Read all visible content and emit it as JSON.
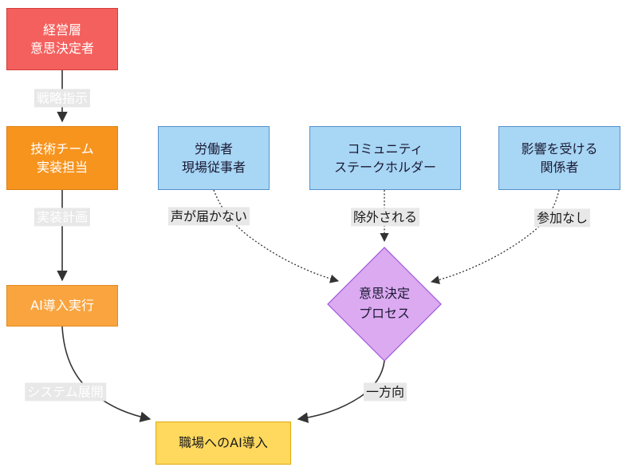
{
  "diagram": {
    "background": "#ffffff",
    "edge_color": "#333333",
    "label_bg": "#e8e8e8"
  },
  "nodes": {
    "management": {
      "line1": "経営層",
      "line2": "意思決定者",
      "fill": "#f4605d",
      "border": "#d43d38",
      "text_color": "#ffffff"
    },
    "tech_team": {
      "line1": "技術チーム",
      "line2": "実装担当",
      "fill": "#f7941e",
      "border": "#df7f10",
      "text_color": "#ffffff"
    },
    "ai_exec": {
      "label": "AI導入実行",
      "fill": "#f9a43f",
      "border": "#e18a1e",
      "text_color": "#ffffff"
    },
    "workers": {
      "line1": "労働者",
      "line2": "現場従事者",
      "fill": "#a8d6f5",
      "border": "#5591cc",
      "text_color": "#1a1a33"
    },
    "community": {
      "line1": "コミュニティ",
      "line2": "ステークホルダー",
      "fill": "#a8d6f5",
      "border": "#5591cc",
      "text_color": "#1a1a33"
    },
    "affected": {
      "line1": "影響を受ける",
      "line2": "関係者",
      "fill": "#a8d6f5",
      "border": "#5591cc",
      "text_color": "#1a1a33"
    },
    "decision": {
      "line1": "意思決定",
      "line2": "プロセス",
      "fill": "#dcaaf1",
      "border": "#a45fd8",
      "text_color": "#1a1a33"
    },
    "workplace": {
      "label": "職場へのAI導入",
      "fill": "#ffd95e",
      "border": "#dfa811",
      "text_color": "#1a1a1a"
    }
  },
  "edges": {
    "strategy": {
      "label": "戦略指示",
      "text_color": "#ffffff"
    },
    "impl_plan": {
      "label": "実装計画",
      "text_color": "#ffffff"
    },
    "system_deploy": {
      "label": "システム展開",
      "text_color": "#ffffff"
    },
    "voice": {
      "label": "声が届かない",
      "text_color": "#1a1a1a"
    },
    "excluded": {
      "label": "除外される",
      "text_color": "#1a1a1a"
    },
    "no_participation": {
      "label": "参加なし",
      "text_color": "#1a1a1a"
    },
    "one_way": {
      "label": "一方向",
      "text_color": "#1a1a1a"
    }
  }
}
